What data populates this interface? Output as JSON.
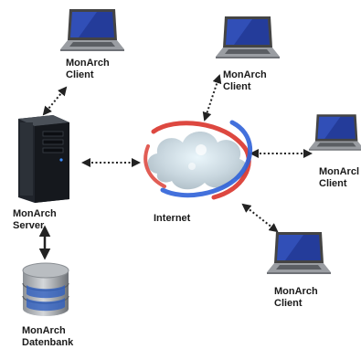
{
  "nodes": {
    "client_top_left": {
      "line1": "MonArch",
      "line2": "Client",
      "icon": "laptop-icon"
    },
    "client_top_right": {
      "line1": "MonArch",
      "line2": "Client",
      "icon": "laptop-icon"
    },
    "client_right": {
      "line1": "MonArcl",
      "line2": "Client",
      "icon": "laptop-icon"
    },
    "client_bottom_right": {
      "line1": "MonArch",
      "line2": "Client",
      "icon": "laptop-icon"
    },
    "server": {
      "line1": "MonArch",
      "line2": "Server",
      "icon": "server-tower-icon"
    },
    "database": {
      "line1": "MonArch",
      "line2": "Datenbank",
      "icon": "database-icon"
    },
    "internet": {
      "line1": "Internet",
      "icon": "cloud-globe-icon"
    }
  },
  "edges": [
    {
      "from": "client_top_left",
      "to": "server",
      "style": "dotted",
      "arrows": "both"
    },
    {
      "from": "client_top_right",
      "to": "internet",
      "style": "dotted",
      "arrows": "both"
    },
    {
      "from": "server",
      "to": "internet",
      "style": "dotted",
      "arrows": "both"
    },
    {
      "from": "internet",
      "to": "client_right",
      "style": "dotted",
      "arrows": "both"
    },
    {
      "from": "internet",
      "to": "client_bottom_right",
      "style": "dotted",
      "arrows": "both"
    },
    {
      "from": "server",
      "to": "database",
      "style": "solid",
      "arrows": "both"
    }
  ],
  "colors": {
    "text": "#1a1a1a",
    "arrow": "#222222",
    "orbit_red": "#d9342b",
    "orbit_blue": "#2f62d8",
    "cloud": "#c9d7df"
  }
}
